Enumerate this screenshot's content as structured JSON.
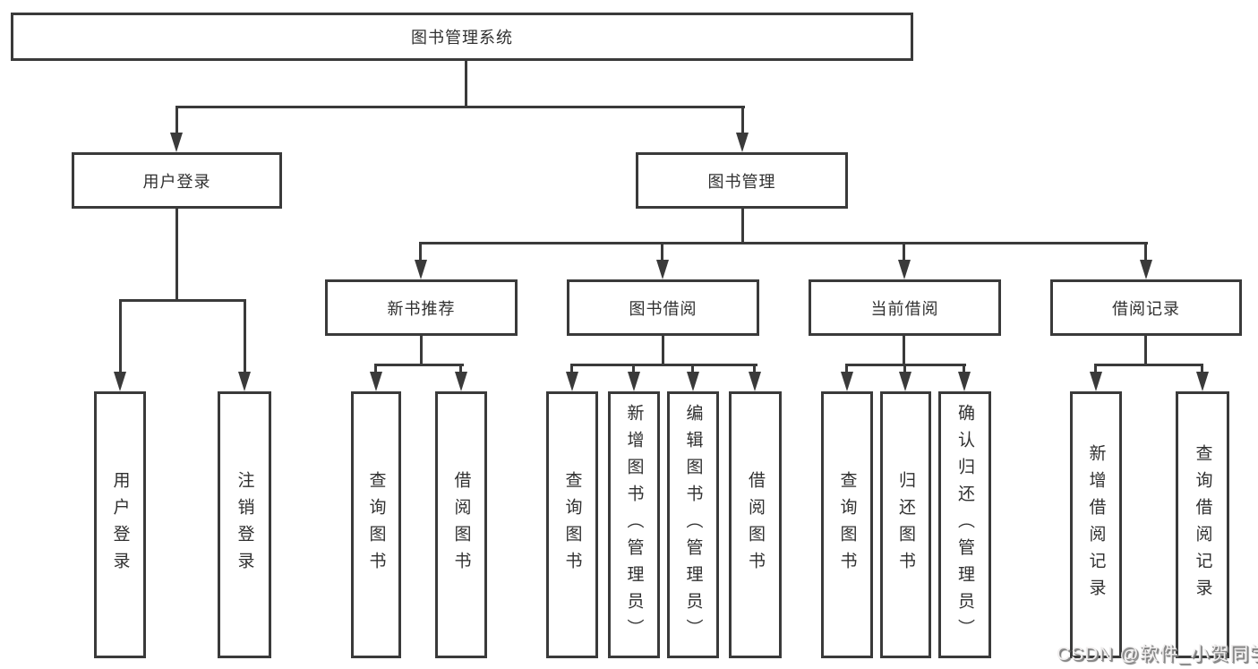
{
  "diagram": {
    "root": {
      "label": "图书管理系统"
    },
    "branches": [
      {
        "label": "用户登录",
        "children": [
          {
            "label": "用户登录"
          },
          {
            "label": "注销登录"
          }
        ]
      },
      {
        "label": "图书管理",
        "children": [
          {
            "label": "新书推荐",
            "children": [
              {
                "label": "查询图书"
              },
              {
                "label": "借阅图书"
              }
            ]
          },
          {
            "label": "图书借阅",
            "children": [
              {
                "label": "查询图书"
              },
              {
                "label": "新增图书（管理员）"
              },
              {
                "label": "编辑图书（管理员）"
              },
              {
                "label": "借阅图书"
              }
            ]
          },
          {
            "label": "当前借阅",
            "children": [
              {
                "label": "查询图书"
              },
              {
                "label": "归还图书"
              },
              {
                "label": "确认归还（管理员）"
              }
            ]
          },
          {
            "label": "借阅记录",
            "children": [
              {
                "label": "新增借阅记录"
              },
              {
                "label": "查询借阅记录"
              }
            ]
          }
        ]
      }
    ]
  },
  "watermark": {
    "text": "CSDN @软件_小贺同学"
  },
  "colors": {
    "line": "#3a3a3a",
    "text": "#303030",
    "background": "#ffffff",
    "watermark_fill": "#f0eeee",
    "watermark_shadow": "#6f6f6f"
  }
}
